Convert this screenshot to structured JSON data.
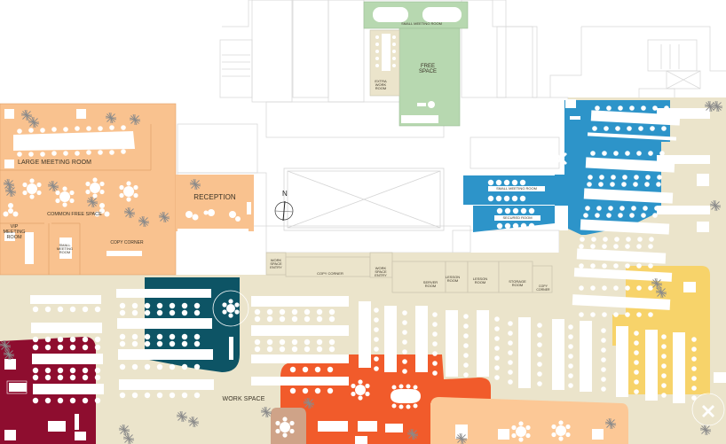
{
  "plan": {
    "title": "Office floor plan",
    "compass": {
      "label": "N"
    },
    "colors": {
      "background": "#ffffff",
      "walls": "#d9d9d9",
      "work_space": "#ebe4cb",
      "common_orange": "#f9c28f",
      "free_space_green": "#b7d8b0",
      "blue_zone": "#2d94c9",
      "teal_zone": "#0d5465",
      "crimson_zone": "#8e0d2f",
      "red_orange_zone": "#f15b2b",
      "yellow_zone": "#f7d36a",
      "light_orange_zone": "#fcc896",
      "tan_zone": "#cfa388",
      "furniture": "#ffffff",
      "plants": "#8a8a8a"
    },
    "rooms": {
      "small_meeting_room_top": "SMALL MEETING ROOM",
      "free_space": "FREE\nSPACE",
      "extra_work_room": "EXTRA\nWORK\nROOM",
      "large_meeting_room": "LARGE MEETING ROOM",
      "common_free_space": "COMMON FREE SPACE",
      "vip_meeting_room": "VIP\nMEETING\nROOM",
      "small_meeting_room_left": "SMALL\nMEETING\nROOM",
      "copy_corner_left": "COPY CORNER",
      "reception": "RECEPTION",
      "work_space_entry_1": "WORK\nSPACE\nENTRY",
      "copy_corner_mid": "COPY CORNER",
      "work_space_entry_2": "WORK\nSPACE\nENTRY",
      "server_room": "SERVER\nROOM",
      "lesson_room_1": "LESSON\nROOM",
      "lesson_room_2": "LESSON\nROOM",
      "storage_room": "STORAGE\nROOM",
      "copy_corner_right": "COPY\nCORNER",
      "small_meeting_room_blue": "SMALL MEETING ROOM",
      "secured_room": "SECURED ROOM",
      "work_space": "WORK SPACE"
    }
  }
}
